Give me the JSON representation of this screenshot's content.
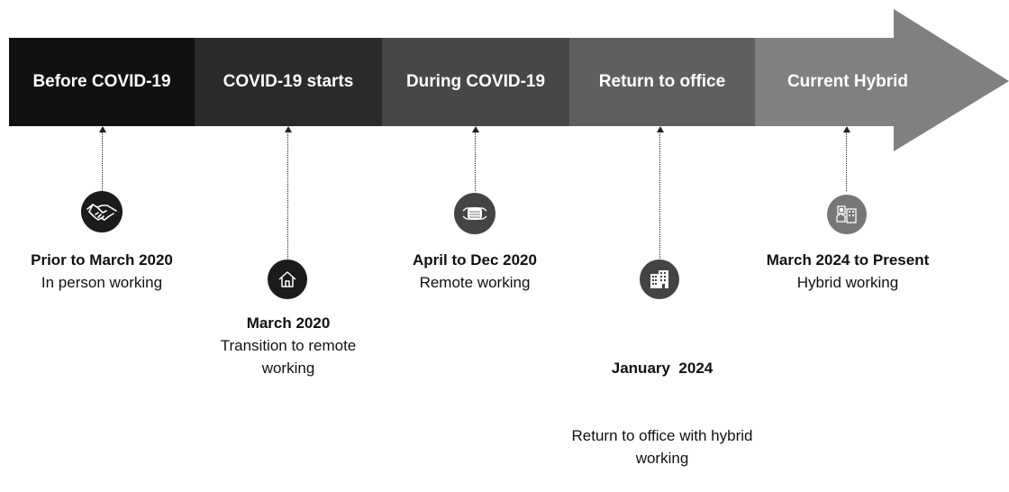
{
  "timeline": {
    "phases": [
      {
        "label": "Before COVID-19"
      },
      {
        "label": "COVID-19 starts"
      },
      {
        "label": "During COVID-19"
      },
      {
        "label": "Return to office"
      },
      {
        "label": "Current Hybrid"
      }
    ],
    "colors": [
      "#111111",
      "#2b2b2b",
      "#474747",
      "#5f5f5f",
      "#808080"
    ]
  },
  "milestones": [
    {
      "date": "Prior to March 2020",
      "desc": "In person working",
      "icon": "handshake-icon"
    },
    {
      "date": "March 2020",
      "desc": "Transition to remote working",
      "icon": "house-icon"
    },
    {
      "date": "April to Dec 2020",
      "desc": "Remote working",
      "icon": "face-mask-icon"
    },
    {
      "date": "January  2024",
      "desc": "Return to office with hybrid working",
      "icon": "office-building-icon"
    },
    {
      "date": "March 2024 to Present",
      "desc": "Hybrid working",
      "icon": "hybrid-office-icon"
    }
  ]
}
